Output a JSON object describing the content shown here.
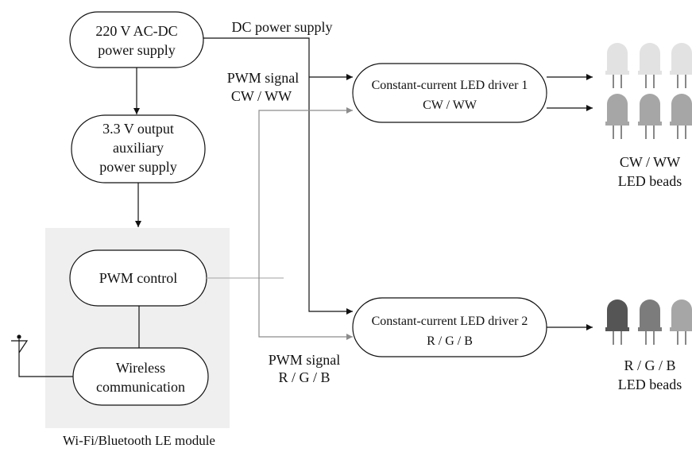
{
  "blocks": {
    "acdc": [
      "220 V AC-DC",
      "power supply"
    ],
    "aux": [
      "3.3 V output",
      "auxiliary",
      "power supply"
    ],
    "pwm_control": "PWM control",
    "wireless": [
      "Wireless",
      "communication"
    ],
    "driver1": [
      "Constant-current LED driver 1",
      "CW / WW"
    ],
    "driver2": [
      "Constant-current LED driver 2",
      "R / G / B"
    ]
  },
  "labels": {
    "dc_supply": "DC power supply",
    "pwm_cw": [
      "PWM signal",
      "CW / WW"
    ],
    "pwm_rgb": [
      "PWM signal",
      "R / G / B"
    ],
    "module": "Wi-Fi/Bluetooth LE module",
    "cw_leds": [
      "CW / WW",
      "LED beads"
    ],
    "rgb_leds": [
      "R / G / B",
      "LED beads"
    ]
  },
  "colors": {
    "module_bg": "#efefef",
    "led_cw": "#e2e2e2",
    "led_ww": "#a6a6a6",
    "led_r": "#555555",
    "led_g": "#7c7c7c",
    "led_b": "#a6a6a6"
  }
}
